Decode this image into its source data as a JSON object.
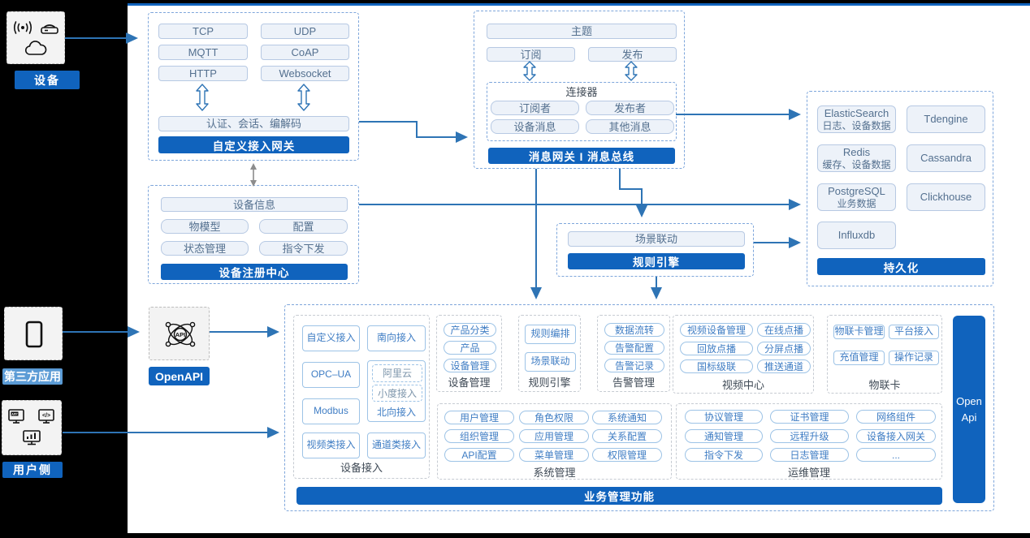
{
  "colors": {
    "primary_blue": "#1063BD",
    "arrow_blue": "#2E74B5",
    "third_party_label_blue": "#5B9BD5",
    "item_fill": "#EDF2F9",
    "item_border": "#B7C9E3",
    "item_text": "#54708F",
    "pill_border": "#9DC3E6",
    "pill_text": "#3F7DC4",
    "section_label": "#3F4A56",
    "gray_arrow": "#8C8C8C"
  },
  "left_panel": {
    "device": {
      "label": "设备",
      "icons": [
        "radio-waves-icon",
        "router-icon",
        "cloud-icon"
      ]
    },
    "third_party": {
      "label": "第三方应用",
      "icons": [
        "smartphone-icon"
      ]
    },
    "user_side": {
      "label": "用户侧",
      "icons": [
        "app-window-icon",
        "code-window-icon",
        "chart-window-icon"
      ],
      "app_icon_text": "APP",
      "code_icon_text": "</>"
    }
  },
  "custom_gateway": {
    "protocols": [
      "TCP",
      "UDP",
      "MQTT",
      "CoAP",
      "HTTP",
      "Websocket"
    ],
    "auth_layer": "认证、会话、编解码",
    "title": "自定义接入网关"
  },
  "message_bus": {
    "topic": "主题",
    "subscribe": "订阅",
    "publish": "发布",
    "connector": {
      "title": "连接器",
      "subscriber": "订阅者",
      "publisher": "发布者",
      "device_msg": "设备消息",
      "other_msg": "其他消息"
    },
    "title": "消息网关 I 消息总线"
  },
  "device_registry": {
    "device_info": "设备信息",
    "items": [
      "物模型",
      "配置",
      "状态管理",
      "指令下发"
    ],
    "title": "设备注册中心"
  },
  "rule_engine": {
    "scene_linkage": "场景联动",
    "title": "规则引擎"
  },
  "persistence": {
    "databases": [
      {
        "name": "ElasticSearch",
        "desc": "日志、设备数据"
      },
      {
        "name": "Tdengine",
        "desc": ""
      },
      {
        "name": "Redis",
        "desc": "缓存、设备数据"
      },
      {
        "name": "Cassandra",
        "desc": ""
      },
      {
        "name": "PostgreSQL",
        "desc": "业务数据"
      },
      {
        "name": "Clickhouse",
        "desc": ""
      },
      {
        "name": "Influxdb",
        "desc": ""
      }
    ],
    "title": "持久化"
  },
  "openapi": {
    "label": "OpenAPI",
    "icon": "api-network-icon",
    "icon_text": "API"
  },
  "business": {
    "title": "业务管理功能",
    "open_api_bar": {
      "line1": "Open",
      "line2": "Api"
    },
    "device_access": {
      "label": "设备接入",
      "left": [
        "自定义接入",
        "OPC–UA",
        "Modbus",
        "视频类接入"
      ],
      "south": "南向接入",
      "north": {
        "label": "北向接入",
        "items": [
          "阿里云",
          "小度接入"
        ]
      },
      "channel": "通道类接入"
    },
    "device_mgmt": {
      "label": "设备管理",
      "items": [
        "产品分类",
        "产品",
        "设备管理"
      ]
    },
    "rule_engine": {
      "label": "规则引擎",
      "items": [
        "规则编排",
        "场景联动"
      ]
    },
    "alarm_mgmt": {
      "label": "告警管理",
      "items": [
        "数据流转",
        "告警配置",
        "告警记录"
      ]
    },
    "video_center": {
      "label": "视频中心",
      "rows": [
        [
          "视频设备管理",
          "在线点播"
        ],
        [
          "回放点播",
          "分屏点播"
        ],
        [
          "国标级联",
          "推送通道"
        ]
      ]
    },
    "iot_card": {
      "label": "物联卡",
      "rows": [
        [
          "物联卡管理",
          "平台接入"
        ],
        [
          "充值管理",
          "操作记录"
        ]
      ]
    },
    "system_mgmt": {
      "label": "系统管理",
      "rows": [
        [
          "用户管理",
          "角色权限",
          "系统通知"
        ],
        [
          "组织管理",
          "应用管理",
          "关系配置"
        ],
        [
          "API配置",
          "菜单管理",
          "权限管理"
        ]
      ]
    },
    "ops_mgmt": {
      "label": "运维管理",
      "rows": [
        [
          "协议管理",
          "证书管理",
          "网络组件"
        ],
        [
          "通知管理",
          "远程升级",
          "设备接入网关"
        ],
        [
          "指令下发",
          "日志管理",
          "..."
        ]
      ]
    }
  }
}
